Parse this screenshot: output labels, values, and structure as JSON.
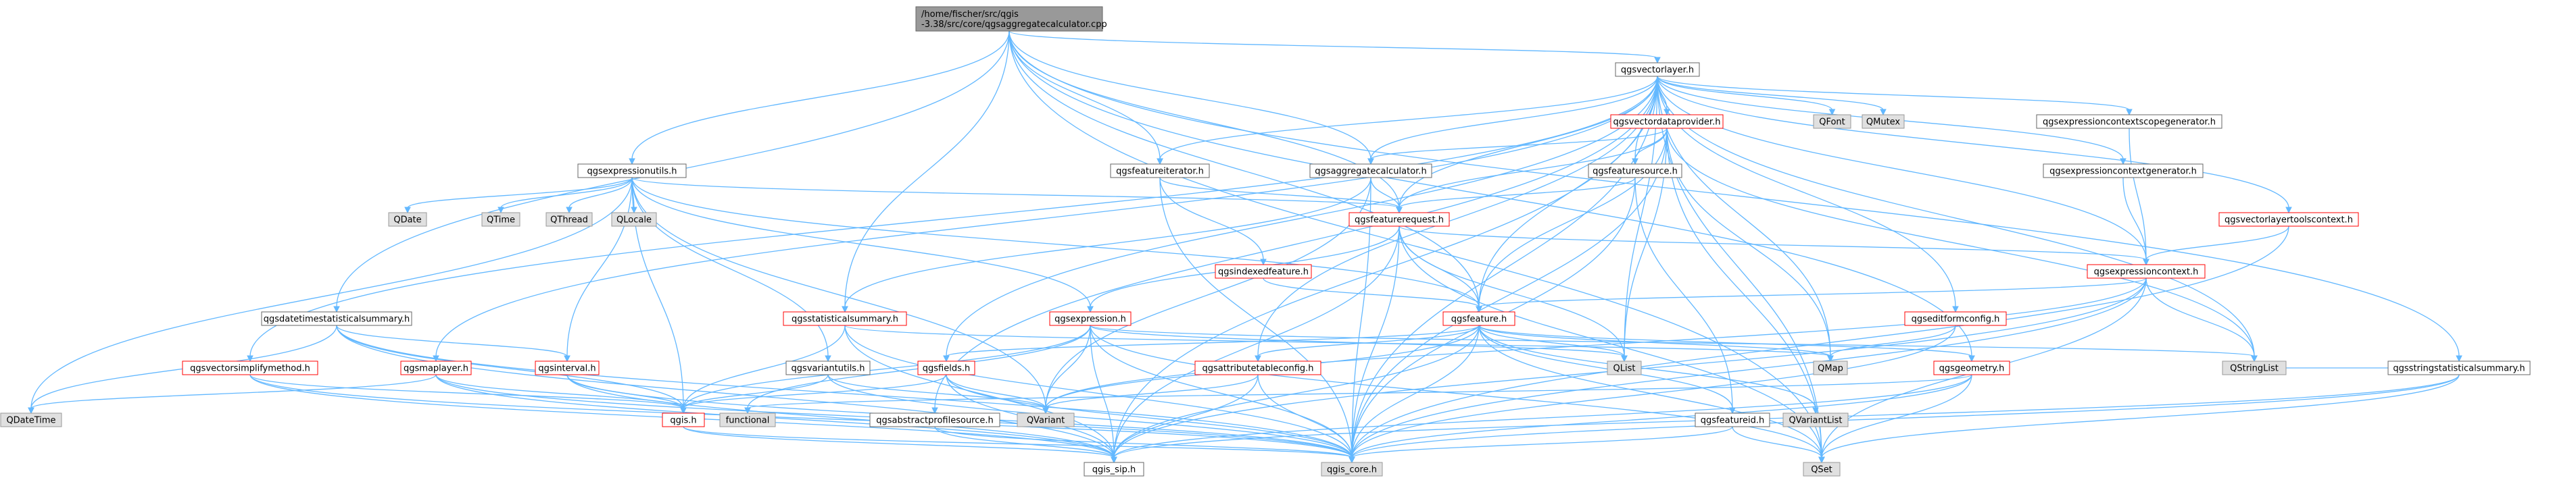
{
  "colors": {
    "edge": "#63b8ff",
    "root_fill": "#999999",
    "sys_fill": "#e0e0e0",
    "sys_border": "#999999",
    "plain_border": "#666666",
    "trunc_border": "#ff0000",
    "plain_fill": "#ffffff"
  },
  "nodes": [
    {
      "id": "root",
      "lines": [
        "/home/fischer/src/qgis",
        "-3.38/src/core/qgsaggregatecalculator.cpp"
      ],
      "kind": "root"
    },
    {
      "id": "qgsvectorlayer",
      "lines": [
        "qgsvectorlayer.h"
      ],
      "kind": "plain"
    },
    {
      "id": "qgsexpressionutils",
      "lines": [
        "qgsexpressionutils.h"
      ],
      "kind": "plain"
    },
    {
      "id": "qgsvectordataprovider",
      "lines": [
        "qgsvectordataprovider.h"
      ],
      "kind": "trunc"
    },
    {
      "id": "QFont",
      "lines": [
        "QFont"
      ],
      "kind": "sys"
    },
    {
      "id": "QMutex",
      "lines": [
        "QMutex"
      ],
      "kind": "sys"
    },
    {
      "id": "qgsexprscopegen",
      "lines": [
        "qgsexpressioncontextscopegenerator.h"
      ],
      "kind": "plain"
    },
    {
      "id": "qgsfeatureiterator",
      "lines": [
        "qgsfeatureiterator.h"
      ],
      "kind": "plain"
    },
    {
      "id": "qgsaggregatecalculator",
      "lines": [
        "qgsaggregatecalculator.h"
      ],
      "kind": "plain"
    },
    {
      "id": "qgsfeaturesource",
      "lines": [
        "qgsfeaturesource.h"
      ],
      "kind": "plain"
    },
    {
      "id": "qgsexprctxgen",
      "lines": [
        "qgsexpressioncontextgenerator.h"
      ],
      "kind": "plain"
    },
    {
      "id": "QDate",
      "lines": [
        "QDate"
      ],
      "kind": "sys"
    },
    {
      "id": "QTime",
      "lines": [
        "QTime"
      ],
      "kind": "sys"
    },
    {
      "id": "QThread",
      "lines": [
        "QThread"
      ],
      "kind": "sys"
    },
    {
      "id": "QLocale",
      "lines": [
        "QLocale"
      ],
      "kind": "sys"
    },
    {
      "id": "qgsfeaturerequest",
      "lines": [
        "qgsfeaturerequest.h"
      ],
      "kind": "trunc"
    },
    {
      "id": "qgsvectorlayertoolscontext",
      "lines": [
        "qgsvectorlayertoolscontext.h"
      ],
      "kind": "trunc"
    },
    {
      "id": "qgsindexedfeature",
      "lines": [
        "qgsindexedfeature.h"
      ],
      "kind": "trunc"
    },
    {
      "id": "qgsexpressioncontext",
      "lines": [
        "qgsexpressioncontext.h"
      ],
      "kind": "trunc"
    },
    {
      "id": "qgsdatetimestats",
      "lines": [
        "qgsdatetimestatisticalsummary.h"
      ],
      "kind": "plain"
    },
    {
      "id": "qgsstatisticalsummary",
      "lines": [
        "qgsstatisticalsummary.h"
      ],
      "kind": "trunc"
    },
    {
      "id": "qgsexpression",
      "lines": [
        "qgsexpression.h"
      ],
      "kind": "trunc"
    },
    {
      "id": "qgsfeature",
      "lines": [
        "qgsfeature.h"
      ],
      "kind": "trunc"
    },
    {
      "id": "qgseditformconfig",
      "lines": [
        "qgseditformconfig.h"
      ],
      "kind": "trunc"
    },
    {
      "id": "qgsvectorsimplifymethod",
      "lines": [
        "qgsvectorsimplifymethod.h"
      ],
      "kind": "trunc"
    },
    {
      "id": "qgsmaplayer",
      "lines": [
        "qgsmaplayer.h"
      ],
      "kind": "trunc"
    },
    {
      "id": "qgsinterval",
      "lines": [
        "qgsinterval.h"
      ],
      "kind": "trunc"
    },
    {
      "id": "qgsvariantutils",
      "lines": [
        "qgsvariantutils.h"
      ],
      "kind": "plain"
    },
    {
      "id": "qgsfields",
      "lines": [
        "qgsfields.h"
      ],
      "kind": "trunc"
    },
    {
      "id": "qgsattributetableconfig",
      "lines": [
        "qgsattributetableconfig.h"
      ],
      "kind": "trunc"
    },
    {
      "id": "QList",
      "lines": [
        "QList"
      ],
      "kind": "sys"
    },
    {
      "id": "QMap",
      "lines": [
        "QMap"
      ],
      "kind": "sys"
    },
    {
      "id": "qgsgeometry",
      "lines": [
        "qgsgeometry.h"
      ],
      "kind": "trunc"
    },
    {
      "id": "QStringList",
      "lines": [
        "QStringList"
      ],
      "kind": "sys"
    },
    {
      "id": "qgsstringstats",
      "lines": [
        "qgsstringstatisticalsummary.h"
      ],
      "kind": "plain"
    },
    {
      "id": "QDateTime",
      "lines": [
        "QDateTime"
      ],
      "kind": "sys"
    },
    {
      "id": "qgis_h",
      "lines": [
        "qgis.h"
      ],
      "kind": "trunc"
    },
    {
      "id": "functional",
      "lines": [
        "functional"
      ],
      "kind": "sys"
    },
    {
      "id": "QVariant",
      "lines": [
        "QVariant"
      ],
      "kind": "sys"
    },
    {
      "id": "qgsabstractprofilesource",
      "lines": [
        "qgsabstractprofilesource.h"
      ],
      "kind": "plain"
    },
    {
      "id": "qgsfeatureid",
      "lines": [
        "qgsfeatureid.h"
      ],
      "kind": "plain"
    },
    {
      "id": "QVariantList",
      "lines": [
        "QVariantList"
      ],
      "kind": "sys"
    },
    {
      "id": "qgis_sip",
      "lines": [
        "qgis_sip.h"
      ],
      "kind": "plain"
    },
    {
      "id": "qgis_core",
      "lines": [
        "qgis_core.h"
      ],
      "kind": "sys"
    },
    {
      "id": "QSet",
      "lines": [
        "QSet"
      ],
      "kind": "sys"
    }
  ],
  "edges": [
    [
      "root",
      "qgsvectorlayer"
    ],
    [
      "root",
      "qgsexpressionutils"
    ],
    [
      "root",
      "qgsfeatureiterator"
    ],
    [
      "root",
      "qgsaggregatecalculator"
    ],
    [
      "root",
      "qgsfeaturerequest"
    ],
    [
      "root",
      "qgsdatetimestats"
    ],
    [
      "root",
      "qgsstatisticalsummary"
    ],
    [
      "root",
      "qgsfeature"
    ],
    [
      "root",
      "qgsstringstats"
    ],
    [
      "root",
      "qgsgeometry"
    ],
    [
      "root",
      "QSet"
    ],
    [
      "qgsvectorlayer",
      "qgsvectordataprovider"
    ],
    [
      "qgsvectorlayer",
      "QFont"
    ],
    [
      "qgsvectorlayer",
      "QMutex"
    ],
    [
      "qgsvectorlayer",
      "qgsexprscopegen"
    ],
    [
      "qgsvectorlayer",
      "qgsexprctxgen"
    ],
    [
      "qgsvectorlayer",
      "qgsfeatureiterator"
    ],
    [
      "qgsvectorlayer",
      "qgsaggregatecalculator"
    ],
    [
      "qgsvectorlayer",
      "qgsfeaturesource"
    ],
    [
      "qgsvectorlayer",
      "qgsfeaturerequest"
    ],
    [
      "qgsvectorlayer",
      "qgsvectorlayertoolscontext"
    ],
    [
      "qgsvectorlayer",
      "qgsexpressioncontext"
    ],
    [
      "qgsvectorlayer",
      "qgseditformconfig"
    ],
    [
      "qgsvectorlayer",
      "qgsvectorsimplifymethod"
    ],
    [
      "qgsvectorlayer",
      "qgsmaplayer"
    ],
    [
      "qgsvectorlayer",
      "qgsfields"
    ],
    [
      "qgsvectorlayer",
      "qgsattributetableconfig"
    ],
    [
      "qgsvectorlayer",
      "QList"
    ],
    [
      "qgsvectorlayer",
      "QMap"
    ],
    [
      "qgsvectorlayer",
      "QStringList"
    ],
    [
      "qgsvectorlayer",
      "qgsfeature"
    ],
    [
      "qgsvectorlayer",
      "qgsabstractprofilesource"
    ],
    [
      "qgsvectorlayer",
      "qgis_sip"
    ],
    [
      "qgsvectorlayer",
      "qgis_core"
    ],
    [
      "qgsvectorlayer",
      "QSet"
    ],
    [
      "qgsexpressionutils",
      "QDate"
    ],
    [
      "qgsexpressionutils",
      "QTime"
    ],
    [
      "qgsexpressionutils",
      "QThread"
    ],
    [
      "qgsexpressionutils",
      "QLocale"
    ],
    [
      "qgsexpressionutils",
      "qgsfeaturerequest"
    ],
    [
      "qgsexpressionutils",
      "qgsexpression"
    ],
    [
      "qgsexpressionutils",
      "qgsfeature"
    ],
    [
      "qgsexpressionutils",
      "qgsvariantutils"
    ],
    [
      "qgsexpressionutils",
      "QDateTime"
    ],
    [
      "qgsexpressionutils",
      "qgis_h"
    ],
    [
      "qgsexpressionutils",
      "qgsinterval"
    ],
    [
      "qgsexpressionutils",
      "QVariant"
    ],
    [
      "qgsvectordataprovider",
      "qgsfeaturesource"
    ],
    [
      "qgsvectordataprovider",
      "qgsfeaturerequest"
    ],
    [
      "qgsvectordataprovider",
      "qgsaggregatecalculator"
    ],
    [
      "qgsvectordataprovider",
      "qgsfeature"
    ],
    [
      "qgsvectordataprovider",
      "QList"
    ],
    [
      "qgsvectordataprovider",
      "QMap"
    ],
    [
      "qgsvectordataprovider",
      "qgis_core"
    ],
    [
      "qgsvectordataprovider",
      "QSet"
    ],
    [
      "qgsvectordataprovider",
      "QStringList"
    ],
    [
      "qgsexprscopegen",
      "qgsexpressioncontext"
    ],
    [
      "qgsexprctxgen",
      "qgsexpressioncontext"
    ],
    [
      "qgsfeatureiterator",
      "qgsfeaturerequest"
    ],
    [
      "qgsfeatureiterator",
      "qgsindexedfeature"
    ],
    [
      "qgsfeatureiterator",
      "qgis_core"
    ],
    [
      "qgsaggregatecalculator",
      "qgsfeaturerequest"
    ],
    [
      "qgsaggregatecalculator",
      "qgsstatisticalsummary"
    ],
    [
      "qgsaggregatecalculator",
      "QVariant"
    ],
    [
      "qgsaggregatecalculator",
      "qgis_core"
    ],
    [
      "qgsfeaturesource",
      "qgsfeaturerequest"
    ],
    [
      "qgsfeaturesource",
      "qgsfeatureid"
    ],
    [
      "qgsfeaturesource",
      "qgis_core"
    ],
    [
      "qgsfeaturerequest",
      "qgsfeature"
    ],
    [
      "qgsfeaturerequest",
      "qgsexpression"
    ],
    [
      "qgsfeaturerequest",
      "qgsexpressioncontext"
    ],
    [
      "qgsfeaturerequest",
      "QList"
    ],
    [
      "qgsfeaturerequest",
      "qgis_sip"
    ],
    [
      "qgsfeaturerequest",
      "qgis_core"
    ],
    [
      "qgsfeaturerequest",
      "QSet"
    ],
    [
      "qgsvectorlayertoolscontext",
      "qgsexpressioncontext"
    ],
    [
      "qgsvectorlayertoolscontext",
      "qgis_core"
    ],
    [
      "qgsindexedfeature",
      "qgsfeature"
    ],
    [
      "qgsexpressioncontext",
      "qgsfeature"
    ],
    [
      "qgsexpressioncontext",
      "QStringList"
    ],
    [
      "qgsexpressioncontext",
      "QVariant"
    ],
    [
      "qgsexpressioncontext",
      "qgis_core"
    ],
    [
      "qgsexpressioncontext",
      "qgis_sip"
    ],
    [
      "qgsexpressioncontext",
      "QSet"
    ],
    [
      "qgsdatetimestats",
      "QDateTime"
    ],
    [
      "qgsdatetimestats",
      "qgsinterval"
    ],
    [
      "qgsdatetimestats",
      "qgis_core"
    ],
    [
      "qgsdatetimestats",
      "qgis_sip"
    ],
    [
      "qgsdatetimestats",
      "qgis_h"
    ],
    [
      "qgsstatisticalsummary",
      "qgis_h"
    ],
    [
      "qgsstatisticalsummary",
      "QMap"
    ],
    [
      "qgsstatisticalsummary",
      "qgis_core"
    ],
    [
      "qgsstatisticalsummary",
      "qgis_sip"
    ],
    [
      "qgsexpression",
      "qgis_h"
    ],
    [
      "qgsexpression",
      "functional"
    ],
    [
      "qgsexpression",
      "QVariant"
    ],
    [
      "qgsexpression",
      "QList"
    ],
    [
      "qgsexpression",
      "QStringList"
    ],
    [
      "qgsexpression",
      "qgis_sip"
    ],
    [
      "qgsexpression",
      "qgis_core"
    ],
    [
      "qgsexpression",
      "QSet"
    ],
    [
      "qgsfeature",
      "qgsfields"
    ],
    [
      "qgsfeature",
      "qgsgeometry"
    ],
    [
      "qgsfeature",
      "qgsfeatureid"
    ],
    [
      "qgsfeature",
      "QMap"
    ],
    [
      "qgsfeature",
      "QList"
    ],
    [
      "qgsfeature",
      "QVariant"
    ],
    [
      "qgsfeature",
      "QVariantList"
    ],
    [
      "qgsfeature",
      "qgis_core"
    ],
    [
      "qgsfeature",
      "qgis_sip"
    ],
    [
      "qgsfeature",
      "QSet"
    ],
    [
      "qgsfeature",
      "qgsattributetableconfig"
    ],
    [
      "qgseditformconfig",
      "QMap"
    ],
    [
      "qgseditformconfig",
      "qgis_core"
    ],
    [
      "qgsvectorsimplifymethod",
      "qgis_h"
    ],
    [
      "qgsvectorsimplifymethod",
      "qgis_core"
    ],
    [
      "qgsvectorsimplifymethod",
      "qgis_sip"
    ],
    [
      "qgsmaplayer",
      "qgis_h"
    ],
    [
      "qgsmaplayer",
      "qgis_core"
    ],
    [
      "qgsmaplayer",
      "qgis_sip"
    ],
    [
      "qgsmaplayer",
      "QDateTime"
    ],
    [
      "qgsinterval",
      "qgis_h"
    ],
    [
      "qgsinterval",
      "qgis_core"
    ],
    [
      "qgsinterval",
      "qgis_sip"
    ],
    [
      "qgsvariantutils",
      "qgis_h"
    ],
    [
      "qgsvariantutils",
      "QVariant"
    ],
    [
      "qgsvariantutils",
      "qgis_core"
    ],
    [
      "qgsfields",
      "qgis_h"
    ],
    [
      "qgsfields",
      "qgis_core"
    ],
    [
      "qgsfields",
      "qgis_sip"
    ],
    [
      "qgsfields",
      "QVariant"
    ],
    [
      "qgsattributetableconfig",
      "QVariant"
    ],
    [
      "qgsattributetableconfig",
      "qgis_core"
    ],
    [
      "qgsattributetableconfig",
      "qgis_sip"
    ],
    [
      "qgsgeometry",
      "functional"
    ],
    [
      "qgsgeometry",
      "QSet"
    ],
    [
      "qgsgeometry",
      "qgis_core"
    ],
    [
      "qgsgeometry",
      "qgis_sip"
    ],
    [
      "qgsstringstats",
      "QStringList"
    ],
    [
      "qgsstringstats",
      "qgis_core"
    ],
    [
      "qgsstringstats",
      "qgis_sip"
    ],
    [
      "qgsstringstats",
      "QSet"
    ],
    [
      "qgsabstractprofilesource",
      "qgis_sip"
    ],
    [
      "qgsabstractprofilesource",
      "qgis_core"
    ],
    [
      "qgsfeatureid",
      "qgis_core"
    ],
    [
      "qgsfeatureid",
      "QSet"
    ],
    [
      "qgis_h",
      "qgis_sip"
    ],
    [
      "qgis_h",
      "qgis_core"
    ]
  ]
}
